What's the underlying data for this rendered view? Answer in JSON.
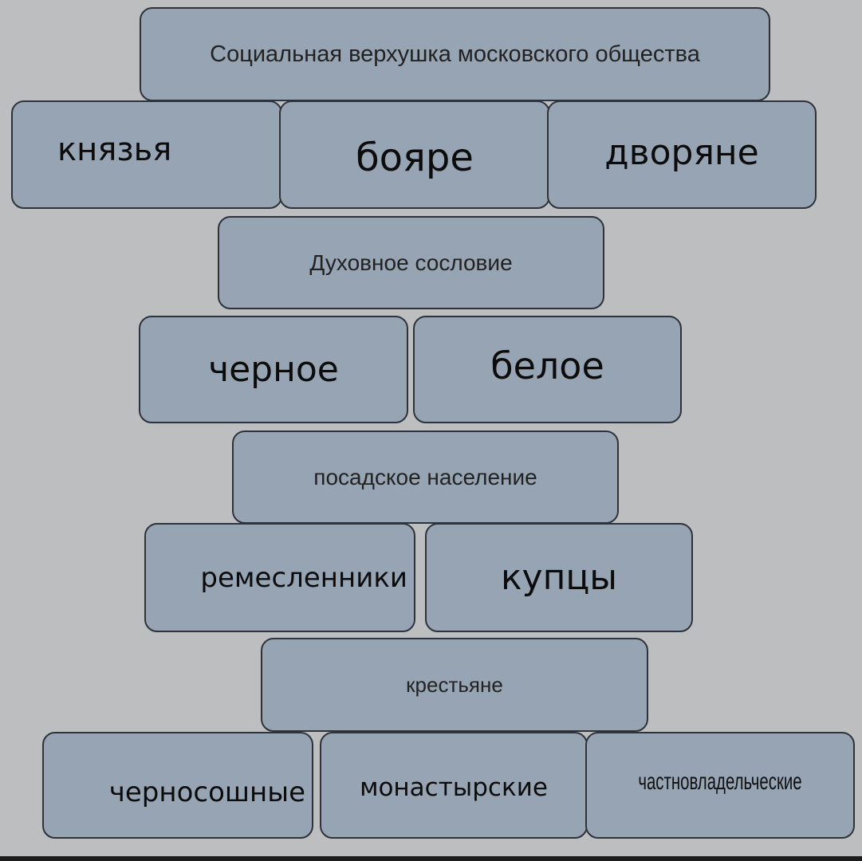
{
  "title": "Социальная верхушка московского общества",
  "top_group": [
    "князья",
    "бояре",
    "дворяне"
  ],
  "clergy": {
    "label": "Духовное сословие",
    "items": [
      "черное",
      "белое"
    ]
  },
  "townsfolk": {
    "label": "посадское население",
    "items": [
      "ремесленники",
      "купцы"
    ]
  },
  "peasants": {
    "label": "крестьяне",
    "items": [
      "черносошные",
      "монастырские",
      "частновладельческие"
    ]
  },
  "colors": {
    "background": "#bdbec0",
    "box_fill": "#97a4b3",
    "box_border": "#2e333a"
  }
}
